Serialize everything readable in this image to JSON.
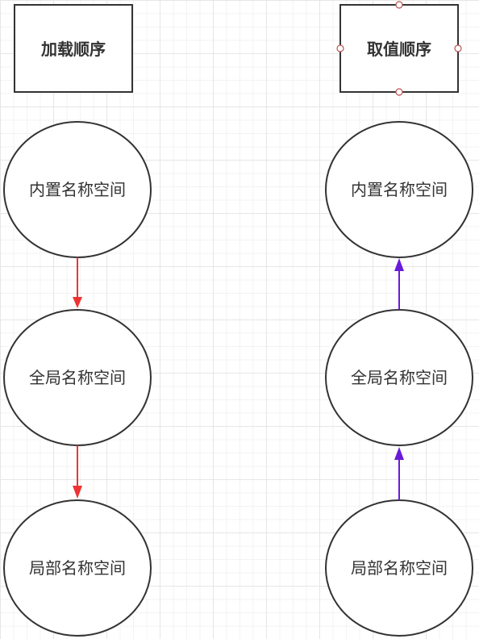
{
  "columns": [
    {
      "header": "加载顺序",
      "nodes": [
        "内置名称空间",
        "全局名称空间",
        "局部名称空间"
      ],
      "arrow_direction": "down",
      "arrow_color": "#ee3333"
    },
    {
      "header": "取值顺序",
      "nodes": [
        "内置名称空间",
        "全局名称空间",
        "局部名称空间"
      ],
      "arrow_direction": "up",
      "arrow_color": "#6a1bd8",
      "header_selected": true
    }
  ],
  "colors": {
    "stroke": "#333333",
    "handle_stroke": "#b85450"
  }
}
